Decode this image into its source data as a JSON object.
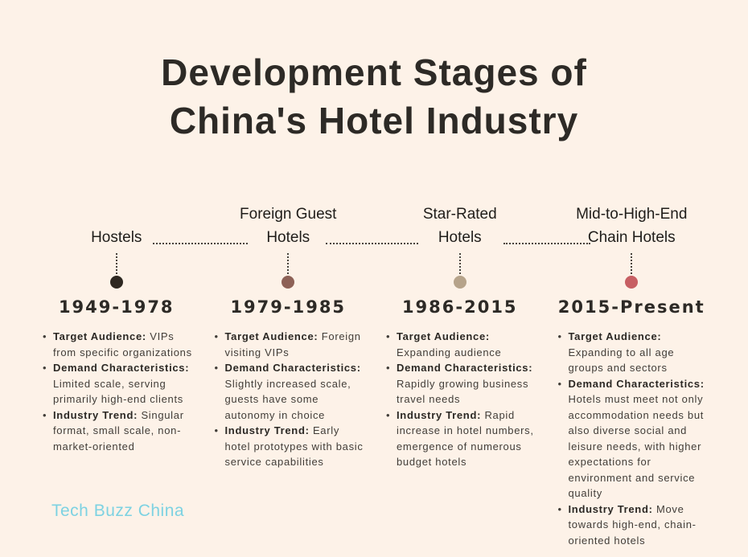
{
  "title": {
    "line1": "Development Stages of",
    "line2": "China's Hotel Industry"
  },
  "brand": "Tech Buzz China",
  "colors": {
    "background": "#fdf2e8",
    "title_text": "#2d2a26",
    "body_text": "#413d38",
    "connector": "#4a443d",
    "brand_text": "#7dd2e2"
  },
  "stages": [
    {
      "label": "Hostels",
      "period": "1949-1978",
      "dot_color": "#2e2821",
      "bullets": [
        {
          "label": "Target Audience:",
          "text": "VIPs from specific organizations"
        },
        {
          "label": "Demand Characteristics:",
          "text": "Limited scale, serving primarily high-end clients"
        },
        {
          "label": "Industry Trend:",
          "text": "Singular format, small scale, non-market-oriented"
        }
      ]
    },
    {
      "label": "Foreign Guest\nHotels",
      "period": "1979-1985",
      "dot_color": "#8d6156",
      "bullets": [
        {
          "label": "Target Audience:",
          "text": "Foreign visiting VIPs"
        },
        {
          "label": "Demand Characteristics:",
          "text": "Slightly increased scale, guests have some autonomy in choice"
        },
        {
          "label": "Industry Trend:",
          "text": "Early hotel prototypes with basic service capabilities"
        }
      ]
    },
    {
      "label": "Star-Rated\nHotels",
      "period": "1986-2015",
      "dot_color": "#b6a38a",
      "bullets": [
        {
          "label": "Target Audience:",
          "text": "Expanding audience"
        },
        {
          "label": "Demand Characteristics:",
          "text": "Rapidly growing business travel needs"
        },
        {
          "label": "Industry Trend:",
          "text": "Rapid increase in hotel numbers, emergence of numerous budget hotels"
        }
      ]
    },
    {
      "label": "Mid-to-High-End\nChain Hotels",
      "period": "2015-Present",
      "dot_color": "#c75f63",
      "bullets": [
        {
          "label": "Target Audience:",
          "text": "Expanding to all age groups and sectors"
        },
        {
          "label": "Demand Characteristics:",
          "text": "Hotels must meet not only accommodation needs but also diverse social and leisure needs, with higher expectations for environment and service quality"
        },
        {
          "label": "Industry Trend:",
          "text": "Move towards high-end, chain-oriented hotels"
        }
      ]
    }
  ]
}
